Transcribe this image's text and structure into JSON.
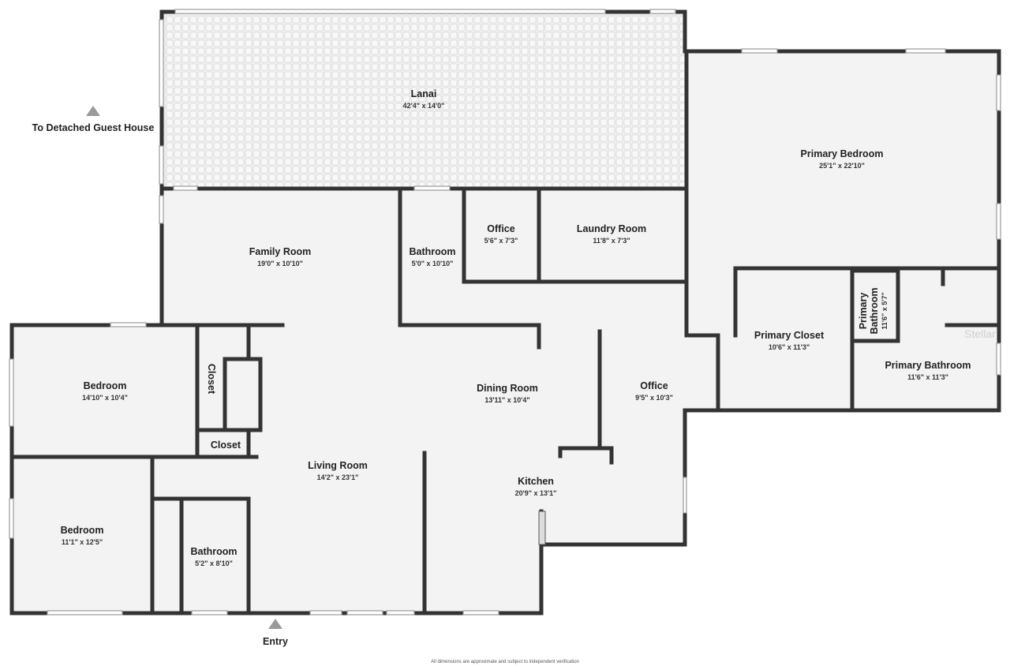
{
  "rooms": {
    "lanai": {
      "name": "Lanai",
      "dims": "42'4\" x 14'0\""
    },
    "primary_bedroom": {
      "name": "Primary Bedroom",
      "dims": "25'1\" x 22'10\""
    },
    "family_room": {
      "name": "Family Room",
      "dims": "19'0\" x 10'10\""
    },
    "bathroom_1": {
      "name": "Bathroom",
      "dims": "5'0\" x 10'10\""
    },
    "office_1": {
      "name": "Office",
      "dims": "5'6\" x 7'3\""
    },
    "laundry_room": {
      "name": "Laundry Room",
      "dims": "11'8\" x 7'3\""
    },
    "primary_closet": {
      "name": "Primary Closet",
      "dims": "10'6\" x 11'3\""
    },
    "primary_bathroom_small": {
      "name_line1": "Primary",
      "name_line2": "Bathroom",
      "dims": "11'6\" x 5'7\""
    },
    "primary_bathroom": {
      "name": "Primary Bathroom",
      "dims": "11'6\" x 11'3\""
    },
    "bedroom_1": {
      "name": "Bedroom",
      "dims": "14'10\" x 10'4\""
    },
    "closet_1": {
      "name": "Closet"
    },
    "closet_2": {
      "name": "Closet"
    },
    "dining_room": {
      "name": "Dining Room",
      "dims": "13'11\" x 10'4\""
    },
    "office_2": {
      "name": "Office",
      "dims": "9'5\" x 10'3\""
    },
    "living_room": {
      "name": "Living Room",
      "dims": "14'2\" x 23'1\""
    },
    "kitchen": {
      "name": "Kitchen",
      "dims": "20'9\" x 13'1\""
    },
    "bedroom_2": {
      "name": "Bedroom",
      "dims": "11'1\" x 12'5\""
    },
    "bathroom_2": {
      "name": "Bathroom",
      "dims": "5'2\" x 8'10\""
    }
  },
  "labels": {
    "guest_house": "To Detached Guest House",
    "entry": "Entry",
    "disclaimer": "All dimensions are approximate and subject to independent verification",
    "watermark": "Stellar"
  },
  "colors": {
    "wall": "#333333",
    "floor": "#f3f3f3",
    "marker": "#9a9a9a"
  }
}
